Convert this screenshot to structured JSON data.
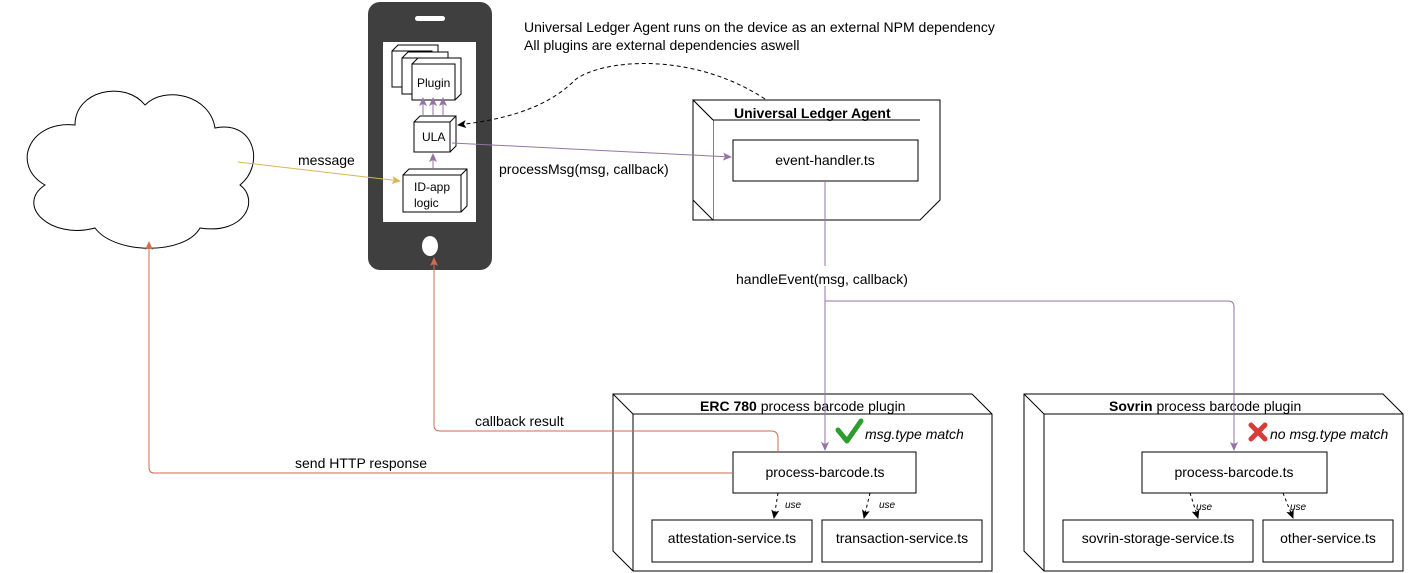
{
  "note": {
    "line1": "Universal Ledger Agent runs on the device as an external NPM dependency",
    "line2": "All plugins are external dependencies aswell"
  },
  "phone": {
    "plugin_label": "Plugin",
    "ula_label": "ULA",
    "idapp_line1": "ID-app",
    "idapp_line2": "logic"
  },
  "ula_node": {
    "title": "Universal Ledger Agent",
    "event_handler": "event-handler.ts"
  },
  "erc_node": {
    "title_bold": "ERC 780",
    "title_rest": " process barcode plugin",
    "match_text": "msg.type match",
    "process": "process-barcode.ts",
    "service1": "attestation-service.ts",
    "service2": "transaction-service.ts",
    "use": "use"
  },
  "sovrin_node": {
    "title_bold": "Sovrin",
    "title_rest": " process barcode plugin",
    "nomatch_text": "no msg.type match",
    "process": "process-barcode.ts",
    "service1": "sovrin-storage-service.ts",
    "service2": "other-service.ts",
    "use": "use"
  },
  "edges": {
    "message": "message",
    "process_msg": "processMsg(msg, callback)",
    "handle_event": "handleEvent(msg, callback)",
    "callback_result": "callback result",
    "send_http": "send HTTP response"
  },
  "colors": {
    "purple": "#9673a6",
    "red": "#d06b50",
    "yellow": "#d6b656",
    "phone": "#3f3f3f",
    "check": "#2e9c2e",
    "cross": "#d93b3b"
  }
}
